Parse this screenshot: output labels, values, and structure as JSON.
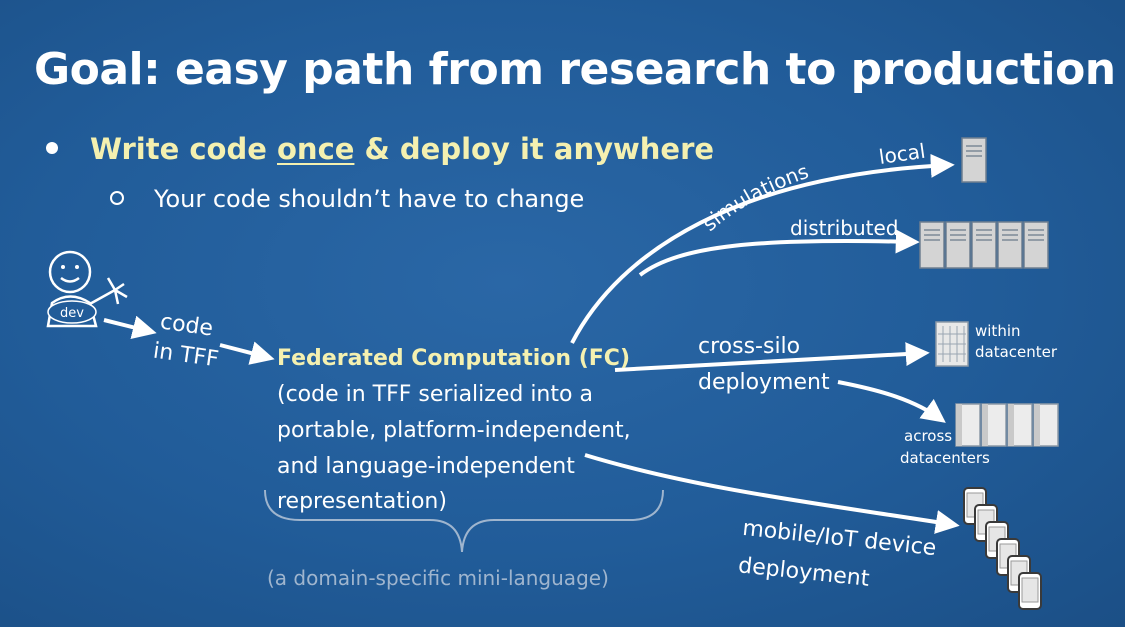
{
  "title": "Goal: easy path from research to production",
  "bullets": {
    "main_before": "Write code ",
    "main_underlined": "once",
    "main_after": " & deploy it anywhere",
    "sub": "Your code shouldn’t have to change"
  },
  "dev": {
    "badge": "dev",
    "code_label_1": "code",
    "code_label_2": "in TFF"
  },
  "fc": {
    "title": "Federated Computation (FC)",
    "lines": [
      "(code in TFF serialized into a",
      "portable, platform-independent,",
      "and language-independent",
      "representation)"
    ],
    "brace_note": "(a domain-specific mini-language)"
  },
  "targets": {
    "simulations": "simulations",
    "local": "local",
    "distributed": "distributed",
    "cross_silo_1": "cross-silo",
    "cross_silo_2": "deployment",
    "within_1": "within",
    "within_2": "datacenter",
    "across_1": "across",
    "across_2": "datacenters",
    "mobile_1": "mobile/IoT device",
    "mobile_2": "deployment"
  },
  "icons": {
    "dev": "stick-figure-icon",
    "local": "server-icon",
    "distributed": "server-rack-icon",
    "within": "datacenter-icon",
    "across": "datacenters-icon",
    "mobile": "mobile-devices-icon"
  },
  "colors": {
    "background": "#215c99",
    "highlight": "#f4f0b0",
    "muted": "#9fb5ce",
    "server": "#d4d4d4"
  }
}
